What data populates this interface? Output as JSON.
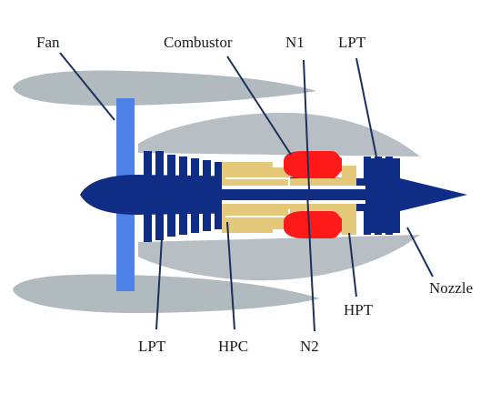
{
  "labels": {
    "fan": "Fan",
    "combustor": "Combustor",
    "n1": "N1",
    "lpt_top": "LPT",
    "nozzle": "Nozzle",
    "hpt": "HPT",
    "n2": "N2",
    "hpc": "HPC",
    "lpt_bottom": "LPT"
  },
  "colors": {
    "nacelle": "#b1babf",
    "core_cowl": "#b7bfc4",
    "fan": "#4f82e8",
    "spool": "#0f2d84",
    "hp_spool": "#e4c97b",
    "combustor": "#ff1a1a",
    "leader": "#1c2f5e"
  }
}
